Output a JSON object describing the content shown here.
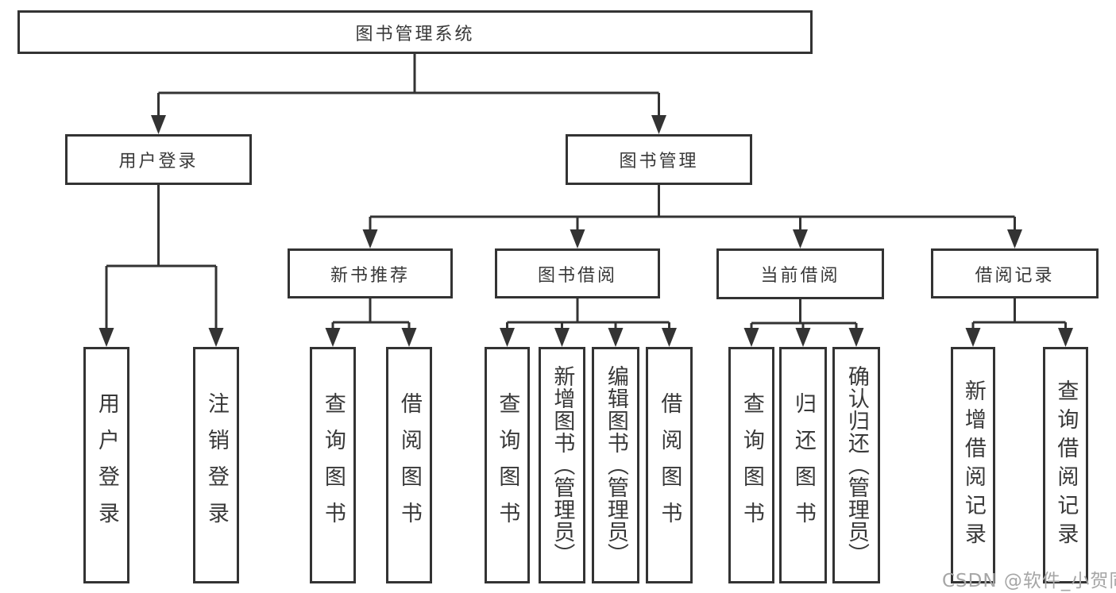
{
  "diagram": {
    "title": "图书管理系统",
    "level1": [
      {
        "label": "用户登录"
      },
      {
        "label": "图书管理"
      }
    ],
    "level2": [
      {
        "label": "新书推荐",
        "parent": "图书管理"
      },
      {
        "label": "图书借阅",
        "parent": "图书管理"
      },
      {
        "label": "当前借阅",
        "parent": "图书管理"
      },
      {
        "label": "借阅记录",
        "parent": "图书管理"
      }
    ],
    "leaves": [
      {
        "label": "用户登录",
        "parent": "用户登录"
      },
      {
        "label": "注销登录",
        "parent": "用户登录"
      },
      {
        "label": "查询图书",
        "parent": "新书推荐"
      },
      {
        "label": "借阅图书",
        "parent": "新书推荐"
      },
      {
        "label": "查询图书",
        "parent": "图书借阅"
      },
      {
        "label": "新增图书（管理员）",
        "parent": "图书借阅"
      },
      {
        "label": "编辑图书（管理员）",
        "parent": "图书借阅"
      },
      {
        "label": "借阅图书",
        "parent": "图书借阅"
      },
      {
        "label": "查询图书",
        "parent": "当前借阅"
      },
      {
        "label": "归还图书",
        "parent": "当前借阅"
      },
      {
        "label": "确认归还（管理员）",
        "parent": "当前借阅"
      },
      {
        "label": "新增借阅记录",
        "parent": "借阅记录"
      },
      {
        "label": "查询借阅记录",
        "parent": "借阅记录"
      }
    ],
    "watermark": "CSDN @软件_小贺同学",
    "colors": {
      "line": "#333333",
      "text": "#383838",
      "watermark": "#a6a6a6",
      "background": "#ffffff"
    }
  }
}
